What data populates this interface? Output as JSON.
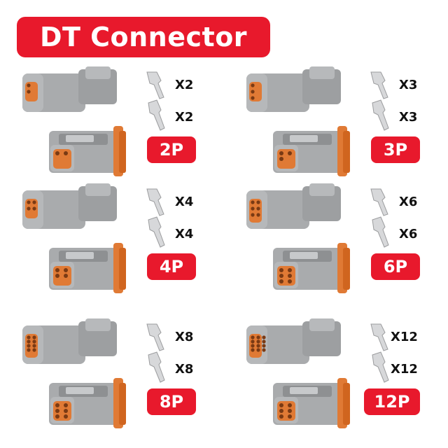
{
  "title": "DT Connector",
  "colors": {
    "accent": "#e8192c",
    "housing": "#a9abad",
    "seal": "#e07a35"
  },
  "kits": [
    {
      "name": "2P",
      "pins": 2,
      "qty_male": "X2",
      "qty_female": "X2"
    },
    {
      "name": "3P",
      "pins": 3,
      "qty_male": "X3",
      "qty_female": "X3"
    },
    {
      "name": "4P",
      "pins": 4,
      "qty_male": "X4",
      "qty_female": "X4"
    },
    {
      "name": "6P",
      "pins": 6,
      "qty_male": "X6",
      "qty_female": "X6"
    },
    {
      "name": "8P",
      "pins": 8,
      "qty_male": "X8",
      "qty_female": "X8"
    },
    {
      "name": "12P",
      "pins": 12,
      "qty_male": "X12",
      "qty_female": "X12"
    }
  ]
}
